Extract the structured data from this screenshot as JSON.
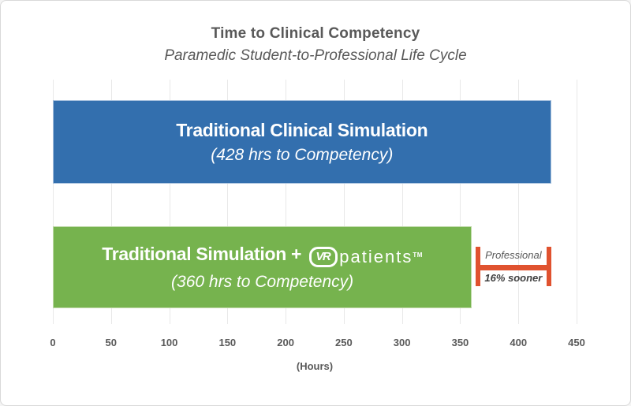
{
  "chart_data": {
    "type": "bar",
    "orientation": "horizontal",
    "title": "Time to Clinical Competency",
    "subtitle": "Paramedic Student-to-Professional Life Cycle",
    "categories": [
      "Traditional Clinical Simulation",
      "Traditional Simulation + VRpatients™"
    ],
    "values": [
      428,
      360
    ],
    "value_unit": "hrs",
    "xlabel": "(Hours)",
    "xlim": [
      0,
      450
    ],
    "xticks": [
      0,
      50,
      100,
      150,
      200,
      250,
      300,
      350,
      400,
      450
    ],
    "grid": "vertical-light",
    "legend": "none",
    "bar_colors": [
      "#336FAE",
      "#76B34E"
    ],
    "annotation": {
      "from": 360,
      "to": 428,
      "line1": "Professional",
      "line2": "16% sooner",
      "color": "#E0522F"
    }
  },
  "bars": [
    {
      "label": "Traditional Clinical Simulation",
      "sublabel": "(428 hrs to Competency)"
    },
    {
      "label_prefix": "Traditional Simulation +",
      "sublabel": "(360 hrs to Competency)"
    }
  ],
  "logo": {
    "mark": "VR",
    "text": "patients",
    "tm": "TM"
  },
  "colors": {
    "blue": "#336FAE",
    "green": "#76B34E",
    "red": "#E0522F",
    "text_gray": "#595959",
    "gridline": "#E8E8E8"
  }
}
